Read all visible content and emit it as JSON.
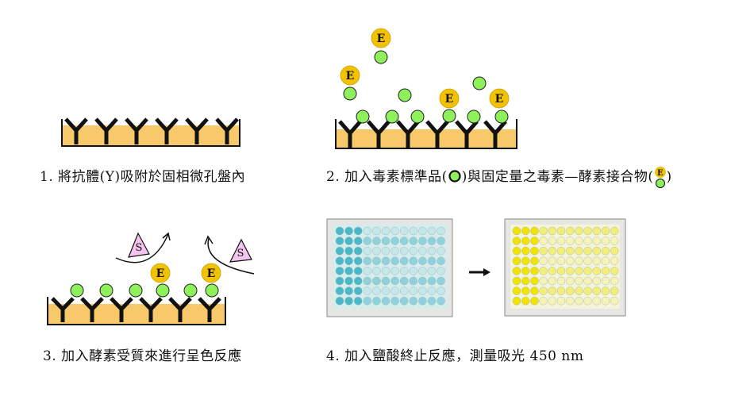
{
  "steps": [
    {
      "caption": "1. 將抗體(Y)吸附於固相微孔盤內"
    },
    {
      "caption_before": "2. 加入毒素標準品(",
      "caption_mid": ")與固定量之毒素—酵素接合物(",
      "caption_after": ")"
    },
    {
      "caption": "3. 加入酵素受質來進行呈色反應"
    },
    {
      "caption": "4. 加入鹽酸終止反應，測量吸光 450 nm"
    }
  ],
  "labels": {
    "enzyme": "E",
    "substrate": "S"
  },
  "colors": {
    "well_fill": "#f7c96a",
    "antibody": "#111111",
    "toxin_green": "#8ef05a",
    "enzyme_yellow": "#f2c200",
    "substrate_pink": "#f3c4ee",
    "plate_blue": "#49b9c9",
    "plate_yellow": "#f0e400"
  }
}
